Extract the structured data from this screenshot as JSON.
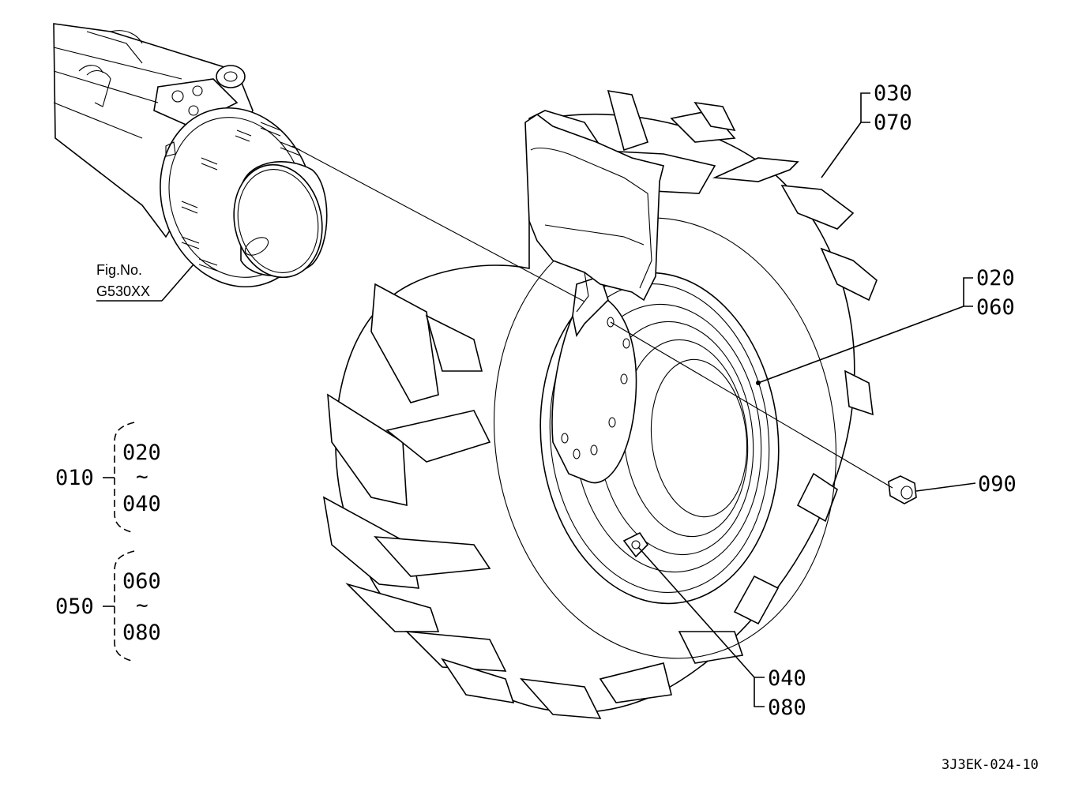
{
  "callouts": {
    "c030": "030",
    "c070": "070",
    "c020": "020",
    "c060": "060",
    "c090": "090",
    "c040": "040",
    "c080": "080"
  },
  "fig_ref": {
    "line1": "Fig.No.",
    "line2": "G530XX"
  },
  "legend": [
    {
      "assembly": "010",
      "from": "020",
      "tilde": "~",
      "to": "040"
    },
    {
      "assembly": "050",
      "from": "060",
      "tilde": "~",
      "to": "080"
    }
  ],
  "drawing_code": "3J3EK-024-10"
}
